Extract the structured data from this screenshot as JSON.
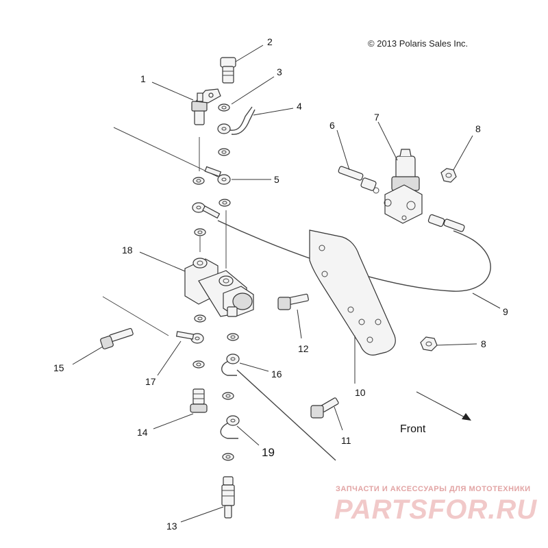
{
  "copyright": "© 2013 Polaris Sales Inc.",
  "front_label": "Front",
  "callouts": [
    "1",
    "2",
    "3",
    "4",
    "5",
    "6",
    "7",
    "8",
    "8",
    "9",
    "10",
    "11",
    "12",
    "13",
    "14",
    "15",
    "16",
    "17",
    "18",
    "19"
  ],
  "watermark": {
    "tagline": "ЗАПЧАСТИ И АКСЕССУАРЫ ДЛЯ МОТОТЕХНИКИ",
    "brand": "PARTSFOR.RU"
  }
}
